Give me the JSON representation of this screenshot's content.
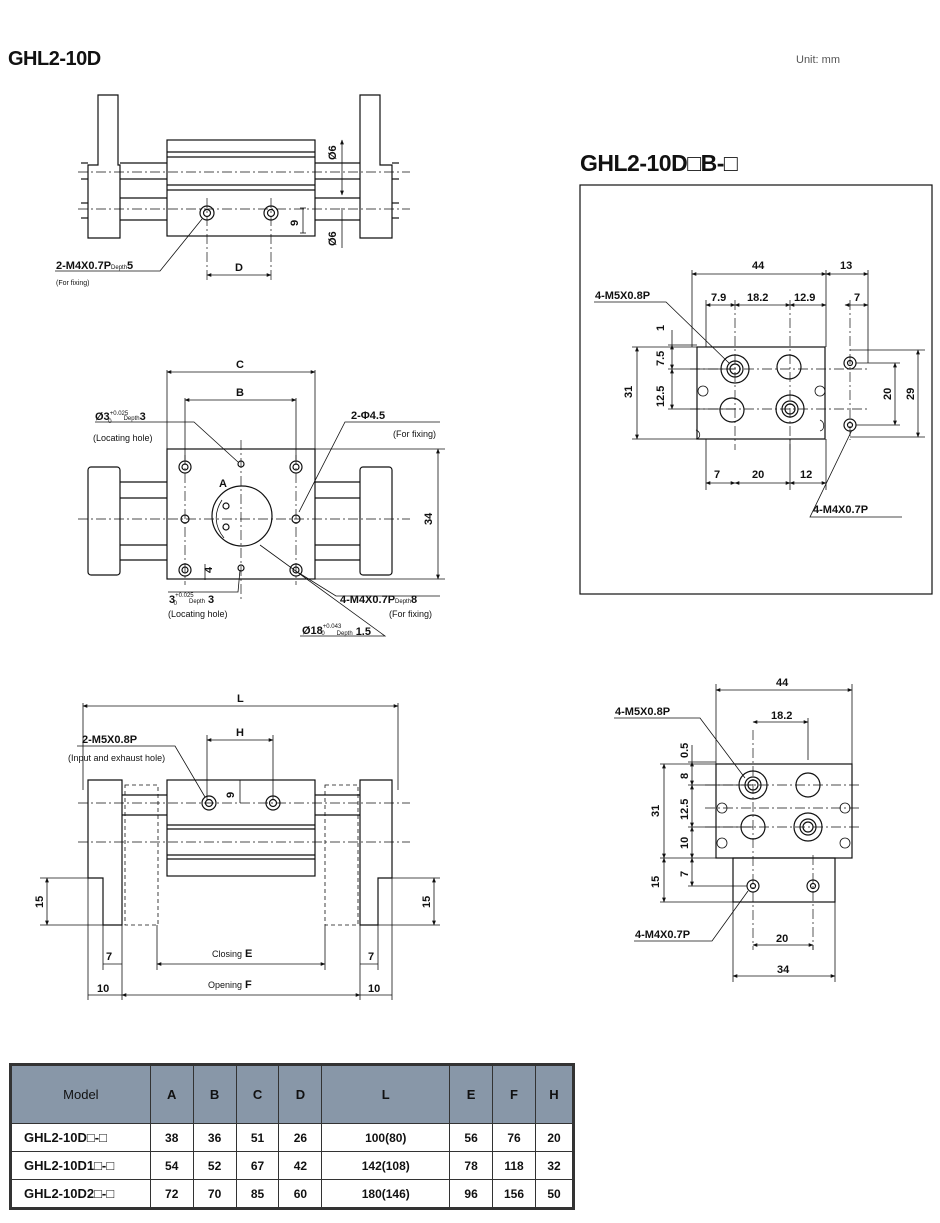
{
  "header": {
    "title": "GHL2-10D",
    "unit": "Unit: mm",
    "variant_title": "GHL2-10D□B-□"
  },
  "top_view": {
    "dia_upper": "Ø6",
    "dia_lower": "Ø6",
    "dim_9": "9",
    "dim_D": "D",
    "thread_main": "2-M4X0.7P",
    "thread_depth_tag": "Depth",
    "thread_depth_val": "5",
    "thread_note": "(For fixing)"
  },
  "mid_view": {
    "dim_C": "C",
    "dim_B": "B",
    "dim_A": "A",
    "dim_34": "34",
    "dim_4": "4",
    "loc1_main": "Ø3",
    "loc1_tol": "+0.025",
    "loc1_tol0": "0",
    "loc1_depth_tag": "Depth",
    "loc1_depth_val": "3",
    "loc1_note": "(Locating hole)",
    "hole_main": "2-Φ4.5",
    "hole_note": "(For fixing)",
    "loc2_main": "3",
    "loc2_tol": "+0.025",
    "loc2_tol0": "0",
    "loc2_depth_tag": "Depth",
    "loc2_depth_val": "3",
    "loc2_note": "(Locating hole)",
    "thread_main": "4-M4X0.7P",
    "thread_depth_tag": "Depth",
    "thread_depth_val": "8",
    "thread_note": "(For fixing)",
    "bore_main": "Ø18",
    "bore_tol": "+0.043",
    "bore_tol0": "0",
    "bore_depth_tag": "Depth",
    "bore_depth_val": "1.5"
  },
  "bottom_view": {
    "dim_L": "L",
    "dim_H": "H",
    "dim_9": "9",
    "port_main": "2-M5X0.8P",
    "port_note": "(Input and exhaust hole)",
    "dim_15_left": "15",
    "dim_15_right": "15",
    "dim_7_left": "7",
    "dim_7_right": "7",
    "closing_label": "Closing",
    "closing_letter": "E",
    "opening_label": "Opening",
    "opening_letter": "F",
    "dim_10_left": "10",
    "dim_10_right": "10"
  },
  "variant_view_1": {
    "dim_44": "44",
    "dim_13": "13",
    "dim_7_9": "7.9",
    "dim_18_2": "18.2",
    "dim_12_9": "12.9",
    "dim_7_top": "7",
    "dim_1": "1",
    "dim_7_5": "7.5",
    "dim_12_5": "12.5",
    "dim_31": "31",
    "dim_20_right": "20",
    "dim_29": "29",
    "dim_7_bottom": "7",
    "dim_20_bottom": "20",
    "dim_12_bottom": "12",
    "port_label": "4-M5X0.8P",
    "thread_label": "4-M4X0.7P"
  },
  "variant_view_2": {
    "dim_44": "44",
    "dim_18_2": "18.2",
    "dim_0_5": "0.5",
    "dim_8": "8",
    "dim_12_5": "12.5",
    "dim_10": "10",
    "dim_31": "31",
    "dim_15": "15",
    "dim_7": "7",
    "dim_20": "20",
    "dim_34": "34",
    "port_label": "4-M5X0.8P",
    "thread_label": "4-M4X0.7P"
  },
  "table": {
    "headers": [
      "Model",
      "A",
      "B",
      "C",
      "D",
      "L",
      "E",
      "F",
      "H"
    ],
    "rows": [
      [
        "GHL2-10D□-□",
        "38",
        "36",
        "51",
        "26",
        "100(80)",
        "56",
        "76",
        "20"
      ],
      [
        "GHL2-10D1□-□",
        "54",
        "52",
        "67",
        "42",
        "142(108)",
        "78",
        "118",
        "32"
      ],
      [
        "GHL2-10D2□-□",
        "72",
        "70",
        "85",
        "60",
        "180(146)",
        "96",
        "156",
        "50"
      ]
    ]
  }
}
